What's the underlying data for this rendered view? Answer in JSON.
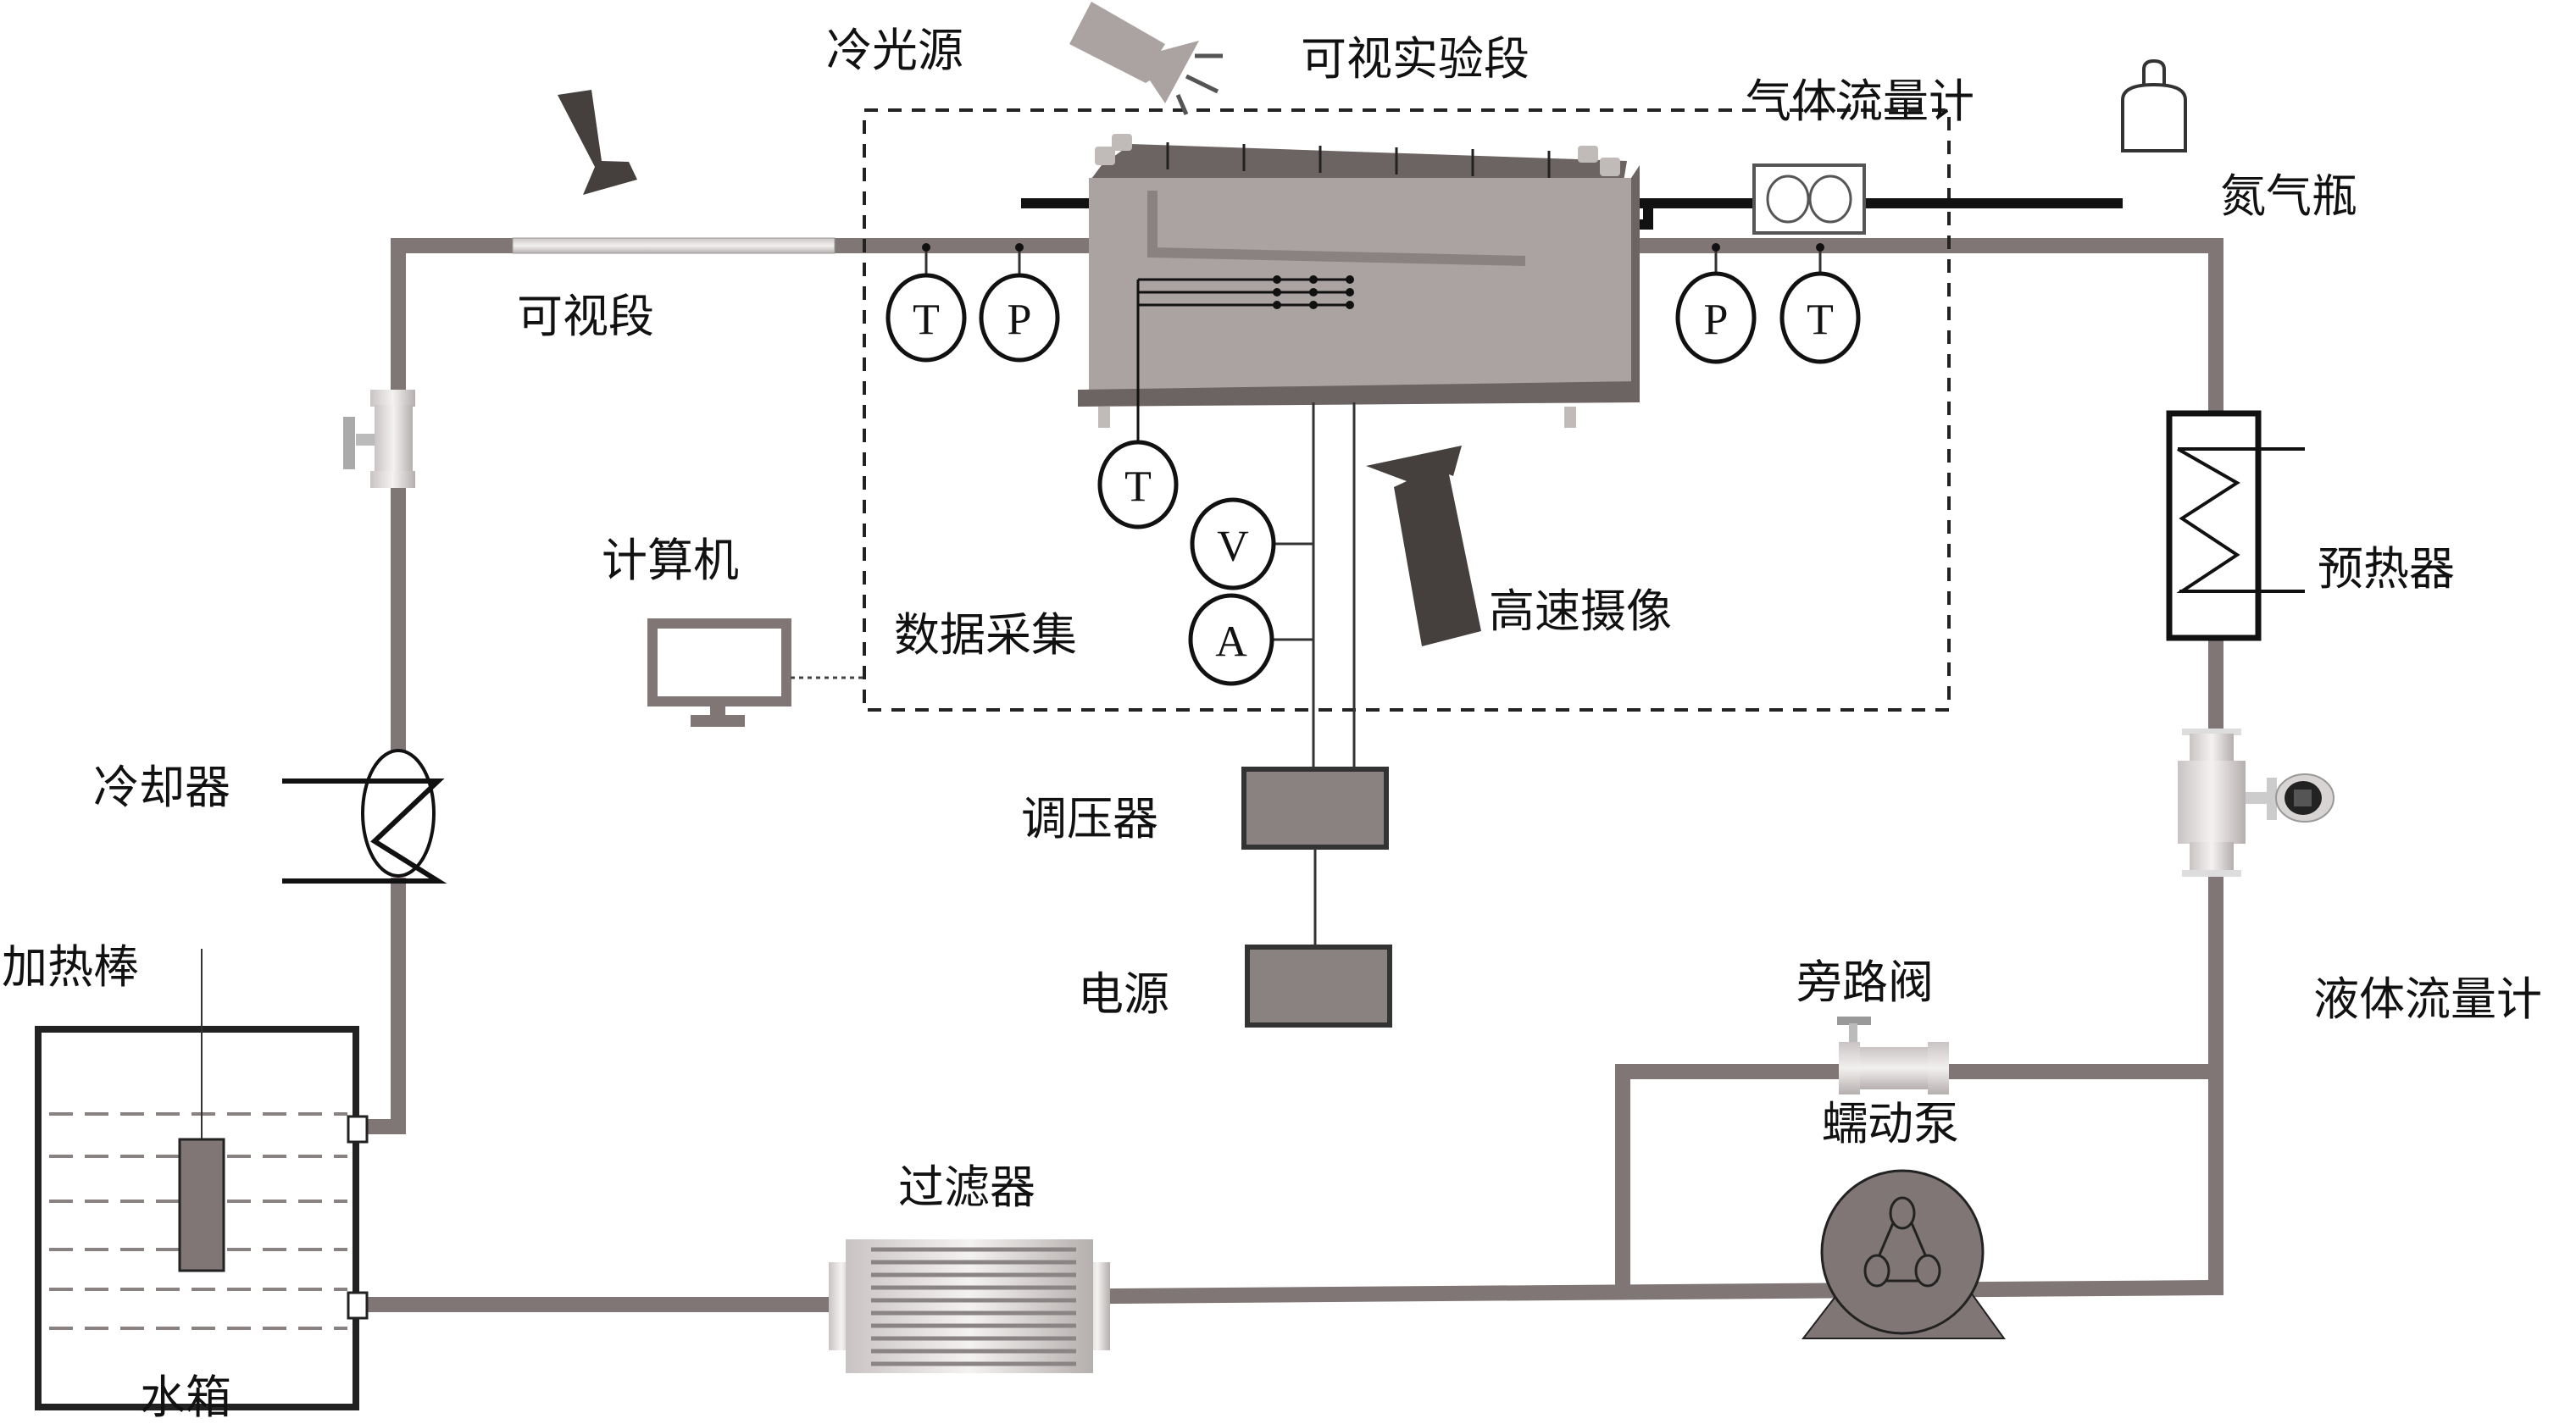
{
  "title": "实验系统示意图",
  "labels": {
    "cold_light_source": "冷光源",
    "visual_test_section": "可视实验段",
    "gas_flowmeter": "气体流量计",
    "nitrogen_cylinder": "氮气瓶",
    "visual_section": "可视段",
    "computer": "计算机",
    "data_acquisition": "数据采集",
    "high_speed_camera": "高速摄像",
    "preheater": "预热器",
    "cooler": "冷却器",
    "heating_rod": "加热棒",
    "water_tank": "水箱",
    "voltage_regulator": "调压器",
    "power_supply": "电源",
    "bypass_valve": "旁路阀",
    "peristaltic_pump": "蠕动泵",
    "liquid_flowmeter": "液体流量计",
    "filter": "过滤器"
  },
  "gauges": {
    "inlet_temperature": "T",
    "inlet_pressure": "P",
    "outlet_pressure": "P",
    "outlet_temperature": "T",
    "wall_temperature": "T",
    "voltmeter": "V",
    "ammeter": "A"
  },
  "colors": {
    "pipe": "#7f7675",
    "equipment_dark": "#4a4443",
    "equipment_mid": "#8a8280",
    "test_section": "#a8a09e",
    "light_source": "#aaa3a1"
  }
}
